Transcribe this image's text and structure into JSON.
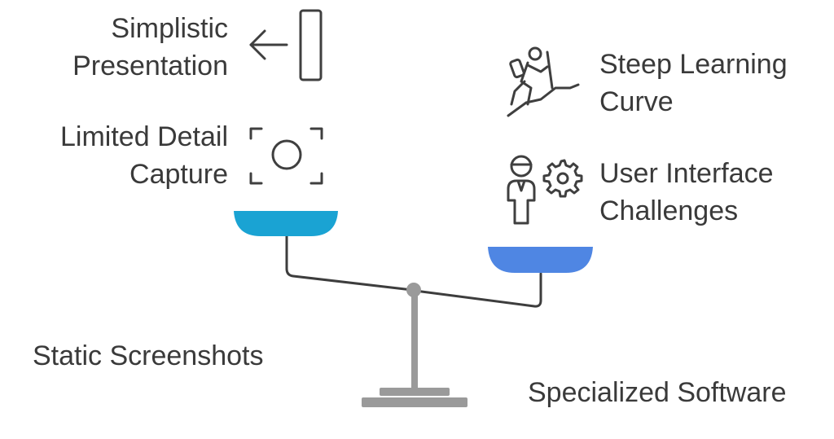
{
  "left_side": {
    "title": "Static Screenshots",
    "factors": [
      {
        "line1": "Simplistic",
        "line2": "Presentation",
        "icon": "arrow-and-bar-icon"
      },
      {
        "line1": "Limited Detail",
        "line2": "Capture",
        "icon": "camera-focus-frame-icon"
      }
    ],
    "pan_color": "#1aa3d3"
  },
  "right_side": {
    "title": "Specialized Software",
    "factors": [
      {
        "line1": "Steep Learning",
        "line2": "Curve",
        "icon": "hiker-climbing-icon"
      },
      {
        "line1": "User Interface",
        "line2": "Challenges",
        "icon": "user-with-gear-icon"
      }
    ],
    "pan_color": "#4f86e3"
  },
  "colors": {
    "text": "#3a3a3a",
    "icon_stroke": "#3f3f3f",
    "scale_beam": "#3d3d3d",
    "scale_stand": "#9a9a9a"
  }
}
